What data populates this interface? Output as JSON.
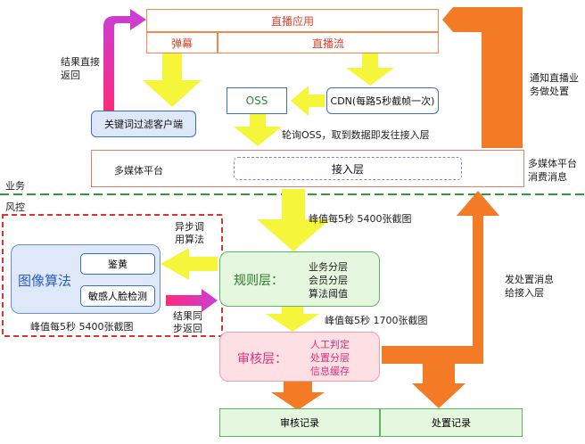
{
  "top": {
    "app_title": "直播应用",
    "danmu": "弹幕",
    "stream": "直播流"
  },
  "oss": "OSS",
  "cdn": "CDN(每路5秒截帧一次)",
  "keyword_client": "关键词过滤客户端",
  "result_return_left": "结果直接\n返回",
  "notify_right": "通知直播业\n务做处置",
  "poll_text": "轮询OSS，取到数据即发往接入层",
  "media_platform": "多媒体平台",
  "access_layer": "接入层",
  "media_platform_consume": "多媒体平台\n消费消息",
  "section_business": "业务",
  "section_risk": "风控",
  "peak_top": "峰值每5秒 5400张截图",
  "image_algo": {
    "title": "图像算法",
    "item1": "鉴黄",
    "item2": "敏感人脸检测",
    "caption": "峰值每5秒 5400张截图"
  },
  "async_call": "异步调\n用算法",
  "sync_return": "结果同\n步返回",
  "rule_layer": {
    "title": "规则层：",
    "items": [
      "业务分层",
      "会员分层",
      "算法阈值"
    ]
  },
  "peak_mid": "峰值每5秒 1700张截图",
  "review_layer": {
    "title": "审核层：",
    "items": [
      "人工判定",
      "处置分层",
      "信息缓存"
    ]
  },
  "send_disposal": "发处置消息\n给接入层",
  "bottom": {
    "review_record": "审核记录",
    "disposal_record": "处置记录"
  },
  "colors": {
    "orange": "#f47b25",
    "yellow": "#f5f53a",
    "magenta": "#e8308a",
    "green_border": "#5cb85c",
    "green_fill": "#e6f7df",
    "blue_border": "#3a6fc4",
    "dash_red": "#e03030",
    "dash_green": "#2e9a3a"
  }
}
